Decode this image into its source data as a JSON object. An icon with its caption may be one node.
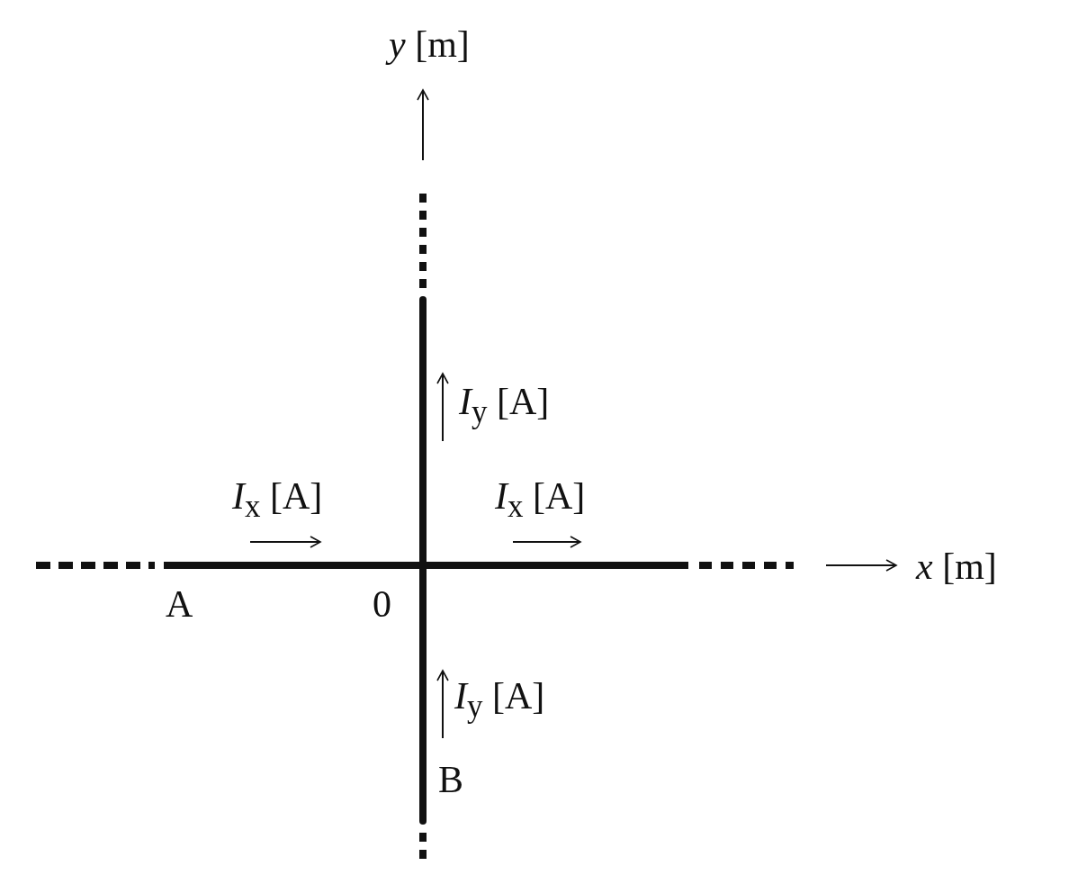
{
  "diagram": {
    "labels": [
      "*y* [m]",
      "*I*$_{y}$ [A]",
      "*I*$_{x}$ [A]",
      "*I*$_{x}$ [A]",
      "*x* [m]",
      "A",
      "0",
      "*I*$_{y}$ [A]",
      "B"
    ]
  }
}
